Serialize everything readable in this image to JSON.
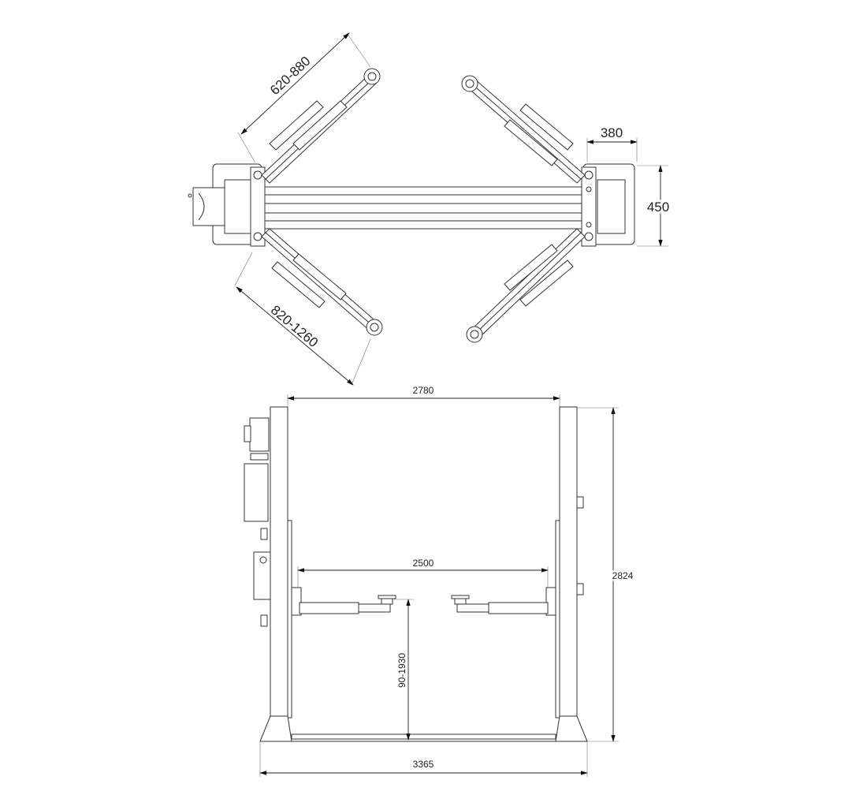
{
  "title": "Two post lift dimension drawing",
  "top_view": {
    "arm_short_range": "620-880",
    "arm_long_range": "820-1260",
    "column_width": "380",
    "column_depth": "450"
  },
  "front_view": {
    "inner_column_width": "2780",
    "drive_through_width": "2500",
    "overall_height": "2824",
    "lift_height_range": "90-1930",
    "overall_width": "3365"
  }
}
